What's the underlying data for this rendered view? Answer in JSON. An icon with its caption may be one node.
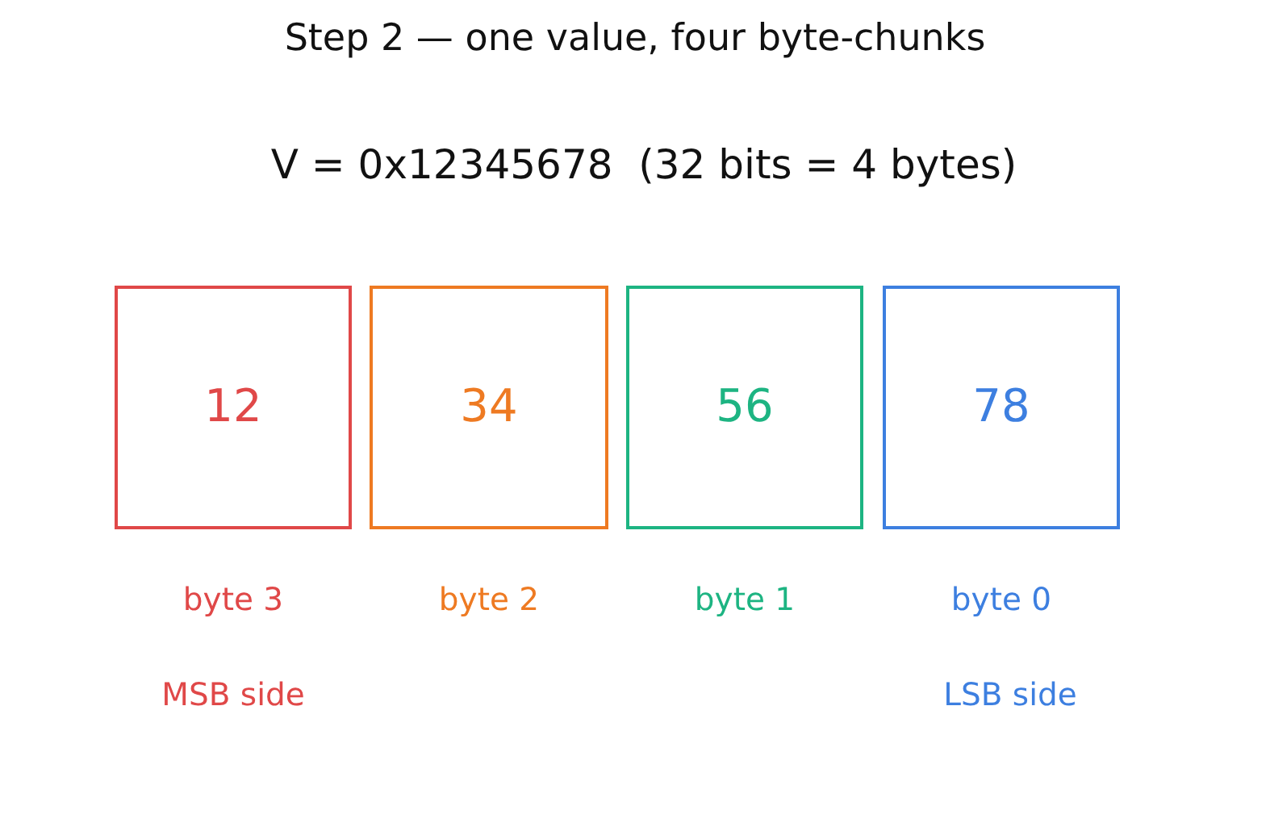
{
  "diagram": {
    "title": "Step 2 — one value, four byte-chunks",
    "nodes": [
      {
        "text": [
          "12"
        ],
        "beside": [
          "byte 3",
          "MSB side"
        ]
      },
      {
        "text": [
          "34"
        ],
        "beside": [
          "byte 2"
        ]
      },
      {
        "text": [
          "56"
        ],
        "beside": [
          "byte 1"
        ]
      },
      {
        "text": [
          "78"
        ],
        "beside": [
          "byte 0",
          "LSB side"
        ]
      }
    ],
    "labels": [
      "V = 0x12345678  (32 bits = 4 bytes)"
    ]
  }
}
